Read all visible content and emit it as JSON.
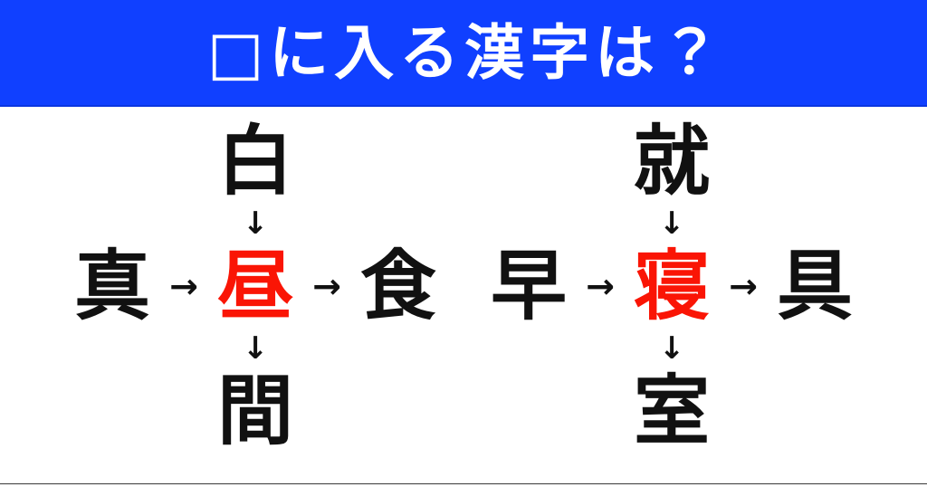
{
  "header": {
    "title": "□に入る漢字は？",
    "background_color": "#1040ff",
    "text_color": "#ffffff"
  },
  "colors": {
    "page_background": "#ffffff",
    "kanji_black": "#111111",
    "answer_red": "#fa1505",
    "header_blue": "#1040ff",
    "footer_rule": "#3a3a3a"
  },
  "puzzles": [
    {
      "id": "left",
      "top": "白",
      "left": "真",
      "center": "昼",
      "right": "食",
      "bottom": "間",
      "arrow_down_top": "↓",
      "arrow_right_1": "→",
      "arrow_right_2": "→",
      "arrow_down_bottom": "↓"
    },
    {
      "id": "right",
      "top": "就",
      "left": "早",
      "center": "寝",
      "right": "具",
      "bottom": "室",
      "arrow_down_top": "↓",
      "arrow_right_1": "→",
      "arrow_right_2": "→",
      "arrow_down_bottom": "↓"
    }
  ]
}
